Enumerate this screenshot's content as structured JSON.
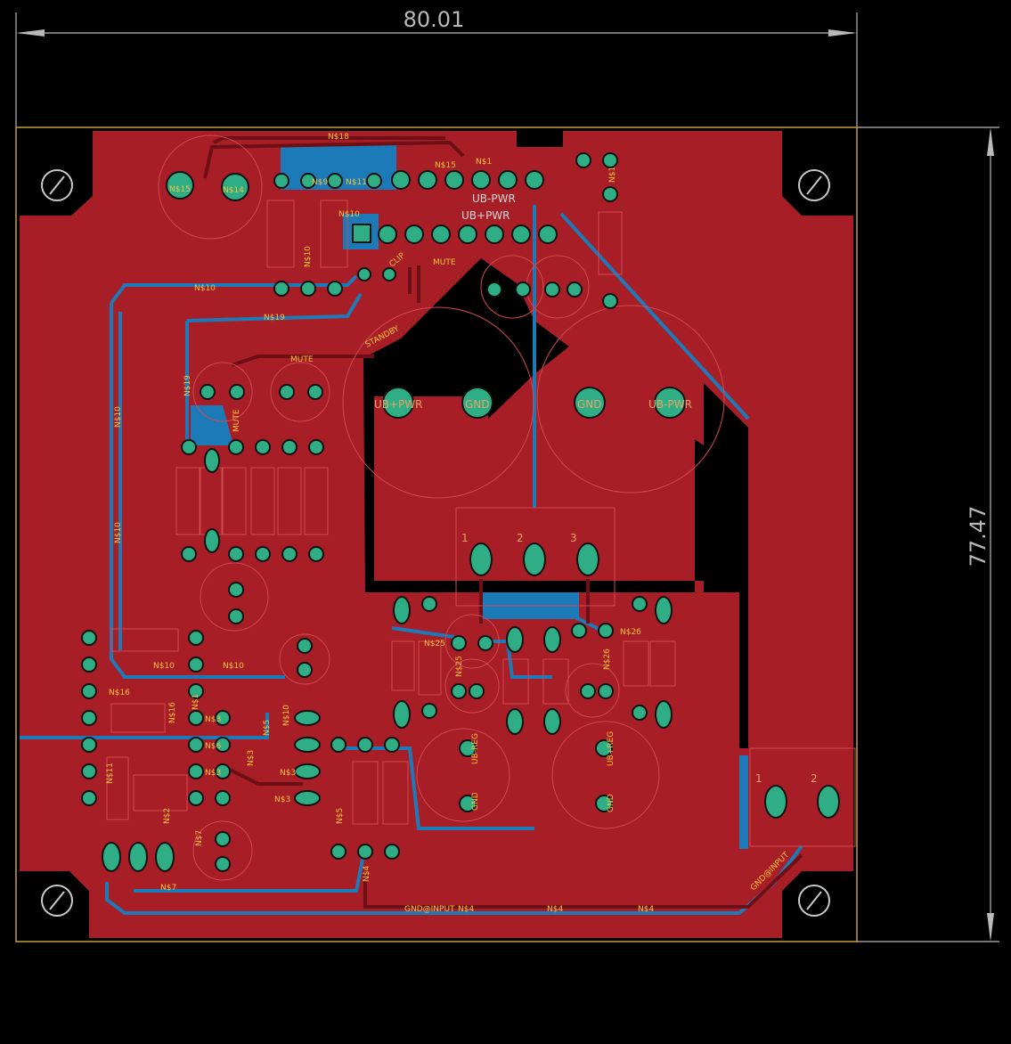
{
  "dimensions": {
    "width": "80.01",
    "height": "77.47"
  },
  "colors": {
    "background": "#000000",
    "top_copper": "#a81e26",
    "bottom_copper": "#1d7ab9",
    "pad": "#2fae85",
    "outline": "#c8a038",
    "silk": "#d2484f",
    "dim_line": "#b9b9b9",
    "label": "#f2c43c"
  },
  "net_labels": {
    "n18": "N$18",
    "n15": "N$15",
    "n14": "N$14",
    "n11": "N$11",
    "n10": "N$10",
    "n19": "N$19",
    "n16": "N$16",
    "n1a": "N$1",
    "n1b": "N$1",
    "n9": "N$9",
    "n25": "N$25",
    "n26": "N$26",
    "n3": "N$3",
    "n5": "N$5",
    "n6": "N$6",
    "n2": "N$2",
    "n7": "N$7",
    "n4": "N$4",
    "n1": "N$1",
    "ub_minus": "UB-PWR",
    "ub_plus": "UB+PWR",
    "mute": "MUTE",
    "clip": "CLIP",
    "standby": "STANDBY",
    "gnd_input": "GND@INPUT",
    "gnd_input2": "GND@INPUT",
    "ub_reg": "UB-REG",
    "ub_reg2": "UB+REG",
    "gnd": "GND"
  },
  "cap_labels": {
    "c1_left": "UB+PWR",
    "c1_right": "GND",
    "c2_left": "GND",
    "c2_right": "UB-PWR"
  },
  "pin_numbers": {
    "p1": "1",
    "p2": "2",
    "p3": "3",
    "j1": "1",
    "j2": "2"
  }
}
